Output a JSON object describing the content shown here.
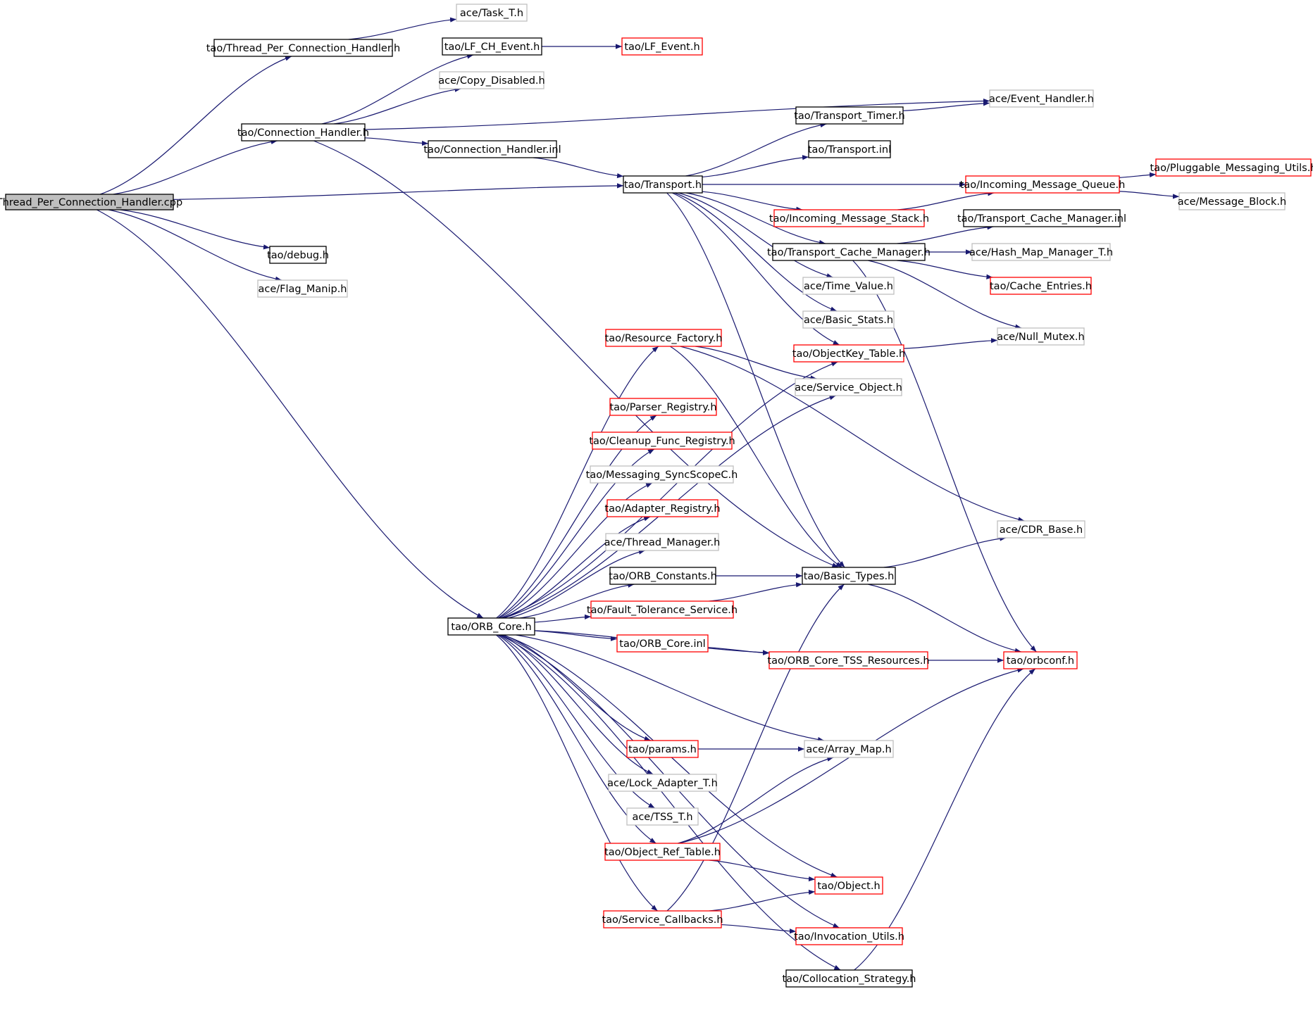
{
  "graph": {
    "colors": {
      "edge": "#191970",
      "root_fill": "#bfbfbf",
      "border_black": "#000000",
      "border_gray": "#bfbfbf",
      "border_red": "#ff0000"
    },
    "nodes": [
      {
        "id": "root",
        "label": "Thread_Per_Connection_Handler.cpp",
        "style": "root"
      },
      {
        "id": "task_t",
        "label": "ace/Task_T.h",
        "style": "gray"
      },
      {
        "id": "tpch_h",
        "label": "tao/Thread_Per_Connection_Handler.h",
        "style": "black"
      },
      {
        "id": "lf_ch",
        "label": "tao/LF_CH_Event.h",
        "style": "black"
      },
      {
        "id": "lf_ev",
        "label": "tao/LF_Event.h",
        "style": "red"
      },
      {
        "id": "copy_dis",
        "label": "ace/Copy_Disabled.h",
        "style": "gray"
      },
      {
        "id": "event_h",
        "label": "ace/Event_Handler.h",
        "style": "gray"
      },
      {
        "id": "conn_h",
        "label": "tao/Connection_Handler.h",
        "style": "black"
      },
      {
        "id": "tr_timer",
        "label": "tao/Transport_Timer.h",
        "style": "black"
      },
      {
        "id": "conn_inl",
        "label": "tao/Connection_Handler.inl",
        "style": "black"
      },
      {
        "id": "tr_inl",
        "label": "tao/Transport.inl",
        "style": "black"
      },
      {
        "id": "transport",
        "label": "tao/Transport.h",
        "style": "black"
      },
      {
        "id": "inc_q",
        "label": "tao/Incoming_Message_Queue.h",
        "style": "red"
      },
      {
        "id": "plug",
        "label": "tao/Pluggable_Messaging_Utils.h",
        "style": "red"
      },
      {
        "id": "msg_blk",
        "label": "ace/Message_Block.h",
        "style": "gray"
      },
      {
        "id": "inc_stack",
        "label": "tao/Incoming_Message_Stack.h",
        "style": "red"
      },
      {
        "id": "tcm_inl",
        "label": "tao/Transport_Cache_Manager.inl",
        "style": "black"
      },
      {
        "id": "debug",
        "label": "tao/debug.h",
        "style": "black"
      },
      {
        "id": "tcm",
        "label": "tao/Transport_Cache_Manager.h",
        "style": "black"
      },
      {
        "id": "hmm",
        "label": "ace/Hash_Map_Manager_T.h",
        "style": "gray"
      },
      {
        "id": "flag",
        "label": "ace/Flag_Manip.h",
        "style": "gray"
      },
      {
        "id": "time_v",
        "label": "ace/Time_Value.h",
        "style": "gray"
      },
      {
        "id": "cache_e",
        "label": "tao/Cache_Entries.h",
        "style": "red"
      },
      {
        "id": "basic_stats",
        "label": "ace/Basic_Stats.h",
        "style": "gray"
      },
      {
        "id": "res_fac",
        "label": "tao/Resource_Factory.h",
        "style": "red"
      },
      {
        "id": "null_mutex",
        "label": "ace/Null_Mutex.h",
        "style": "gray"
      },
      {
        "id": "objkey",
        "label": "tao/ObjectKey_Table.h",
        "style": "red"
      },
      {
        "id": "svc_obj",
        "label": "ace/Service_Object.h",
        "style": "gray"
      },
      {
        "id": "parser",
        "label": "tao/Parser_Registry.h",
        "style": "red"
      },
      {
        "id": "cleanup",
        "label": "tao/Cleanup_Func_Registry.h",
        "style": "red"
      },
      {
        "id": "msg_sync",
        "label": "tao/Messaging_SyncScopeC.h",
        "style": "gray"
      },
      {
        "id": "adapter",
        "label": "tao/Adapter_Registry.h",
        "style": "red"
      },
      {
        "id": "cdr_base",
        "label": "ace/CDR_Base.h",
        "style": "gray"
      },
      {
        "id": "thr_mgr",
        "label": "ace/Thread_Manager.h",
        "style": "gray"
      },
      {
        "id": "orb_const",
        "label": "tao/ORB_Constants.h",
        "style": "black"
      },
      {
        "id": "basic_types",
        "label": "tao/Basic_Types.h",
        "style": "black"
      },
      {
        "id": "fault",
        "label": "tao/Fault_Tolerance_Service.h",
        "style": "red"
      },
      {
        "id": "orb_core",
        "label": "tao/ORB_Core.h",
        "style": "black"
      },
      {
        "id": "orb_core_inl",
        "label": "tao/ORB_Core.inl",
        "style": "red"
      },
      {
        "id": "orb_tss",
        "label": "tao/ORB_Core_TSS_Resources.h",
        "style": "red"
      },
      {
        "id": "orbconf",
        "label": "tao/orbconf.h",
        "style": "red"
      },
      {
        "id": "params",
        "label": "tao/params.h",
        "style": "red"
      },
      {
        "id": "array_map",
        "label": "ace/Array_Map.h",
        "style": "gray"
      },
      {
        "id": "lock_ad",
        "label": "ace/Lock_Adapter_T.h",
        "style": "gray"
      },
      {
        "id": "tss_t",
        "label": "ace/TSS_T.h",
        "style": "gray"
      },
      {
        "id": "obj_ref",
        "label": "tao/Object_Ref_Table.h",
        "style": "red"
      },
      {
        "id": "object",
        "label": "tao/Object.h",
        "style": "red"
      },
      {
        "id": "svc_cb",
        "label": "tao/Service_Callbacks.h",
        "style": "red"
      },
      {
        "id": "inv_utils",
        "label": "tao/Invocation_Utils.h",
        "style": "red"
      },
      {
        "id": "colloc",
        "label": "tao/Collocation_Strategy.h",
        "style": "black"
      }
    ],
    "edges": [
      [
        "root",
        "tpch_h"
      ],
      [
        "root",
        "conn_h"
      ],
      [
        "root",
        "transport"
      ],
      [
        "root",
        "debug"
      ],
      [
        "root",
        "flag"
      ],
      [
        "root",
        "orb_core"
      ],
      [
        "tpch_h",
        "task_t"
      ],
      [
        "conn_h",
        "lf_ch"
      ],
      [
        "conn_h",
        "copy_dis"
      ],
      [
        "conn_h",
        "event_h"
      ],
      [
        "conn_h",
        "conn_inl"
      ],
      [
        "conn_h",
        "basic_types"
      ],
      [
        "lf_ch",
        "lf_ev"
      ],
      [
        "conn_inl",
        "transport"
      ],
      [
        "transport",
        "tr_timer"
      ],
      [
        "transport",
        "tr_inl"
      ],
      [
        "transport",
        "inc_q"
      ],
      [
        "transport",
        "inc_stack"
      ],
      [
        "transport",
        "tcm"
      ],
      [
        "transport",
        "time_v"
      ],
      [
        "transport",
        "basic_stats"
      ],
      [
        "transport",
        "objkey"
      ],
      [
        "transport",
        "basic_types"
      ],
      [
        "tr_timer",
        "event_h"
      ],
      [
        "inc_q",
        "plug"
      ],
      [
        "inc_q",
        "msg_blk"
      ],
      [
        "inc_stack",
        "inc_q"
      ],
      [
        "tcm",
        "tcm_inl"
      ],
      [
        "tcm",
        "hmm"
      ],
      [
        "tcm",
        "cache_e"
      ],
      [
        "tcm",
        "null_mutex"
      ],
      [
        "tcm",
        "orbconf"
      ],
      [
        "objkey",
        "null_mutex"
      ],
      [
        "res_fac",
        "svc_obj"
      ],
      [
        "res_fac",
        "cdr_base"
      ],
      [
        "res_fac",
        "basic_types"
      ],
      [
        "orb_core",
        "res_fac"
      ],
      [
        "orb_core",
        "parser"
      ],
      [
        "orb_core",
        "cleanup"
      ],
      [
        "orb_core",
        "msg_sync"
      ],
      [
        "orb_core",
        "adapter"
      ],
      [
        "orb_core",
        "thr_mgr"
      ],
      [
        "orb_core",
        "orb_const"
      ],
      [
        "orb_core",
        "fault"
      ],
      [
        "orb_core",
        "orb_core_inl"
      ],
      [
        "orb_core",
        "orb_tss"
      ],
      [
        "orb_core",
        "array_map"
      ],
      [
        "orb_core",
        "params"
      ],
      [
        "orb_core",
        "lock_ad"
      ],
      [
        "orb_core",
        "tss_t"
      ],
      [
        "orb_core",
        "obj_ref"
      ],
      [
        "orb_core",
        "object"
      ],
      [
        "orb_core",
        "svc_cb"
      ],
      [
        "orb_core",
        "inv_utils"
      ],
      [
        "orb_core",
        "colloc"
      ],
      [
        "orb_core",
        "objkey"
      ],
      [
        "orb_core",
        "svc_obj"
      ],
      [
        "orb_const",
        "basic_types"
      ],
      [
        "fault",
        "basic_types"
      ],
      [
        "orb_core_inl",
        "orb_tss"
      ],
      [
        "orb_tss",
        "orbconf"
      ],
      [
        "basic_types",
        "cdr_base"
      ],
      [
        "basic_types",
        "orbconf"
      ],
      [
        "params",
        "array_map"
      ],
      [
        "obj_ref",
        "array_map"
      ],
      [
        "obj_ref",
        "orbconf"
      ],
      [
        "obj_ref",
        "object"
      ],
      [
        "svc_cb",
        "object"
      ],
      [
        "svc_cb",
        "inv_utils"
      ],
      [
        "svc_cb",
        "basic_types"
      ],
      [
        "colloc",
        "orbconf"
      ]
    ]
  }
}
